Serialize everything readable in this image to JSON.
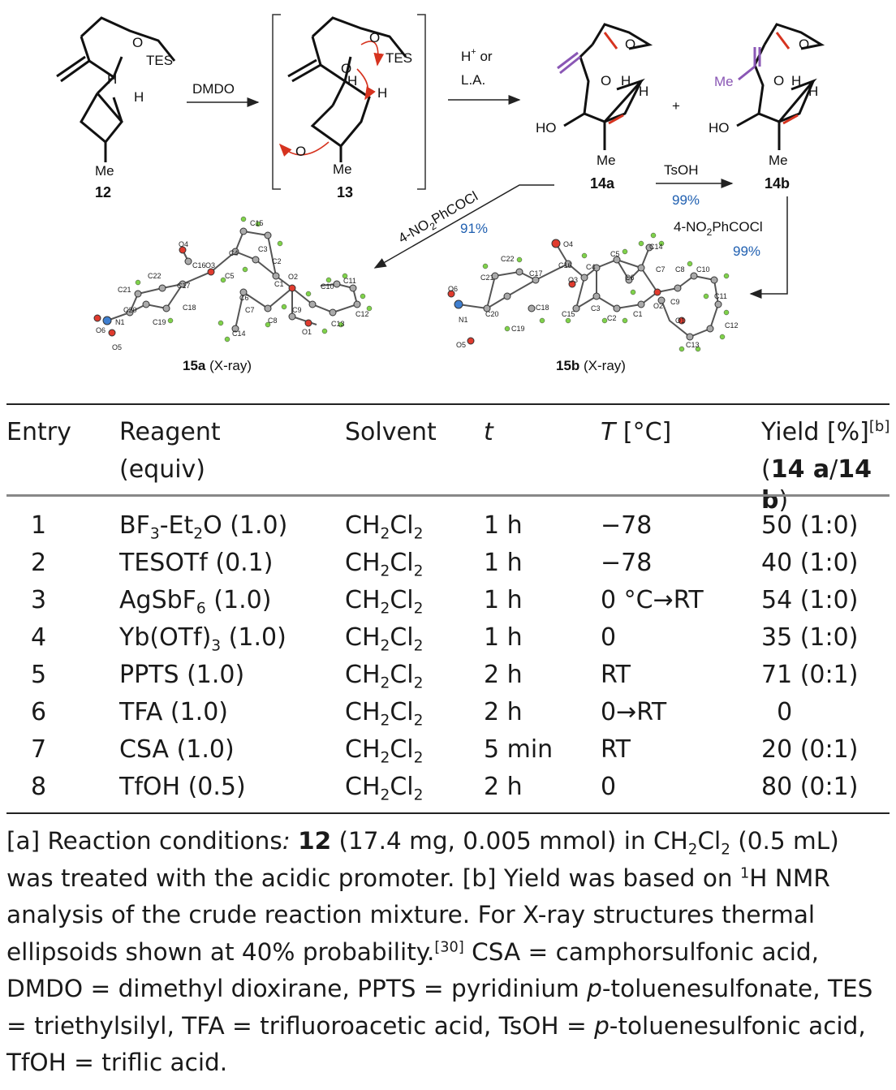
{
  "scheme": {
    "compounds": {
      "c12": "12",
      "c13": "13",
      "c14a": "14a",
      "c14b": "14b",
      "c15a_num": "15a",
      "c15a_suffix": " (X-ray)",
      "c15b_num": "15b",
      "c15b_suffix": " (X-ray)"
    },
    "atoms": {
      "o": "O",
      "h": "H",
      "tes": "TES",
      "me": "Me",
      "ho": "HO"
    },
    "reagents": {
      "dmdo": "DMDO",
      "acid_h": "H",
      "acid_plus": "+",
      "acid_or": " or",
      "acid_la": "L.A.",
      "plus_sign": "+",
      "tsoh": "TsOH",
      "tsoh_yield": "99%",
      "nitro_a_pre": "4-NO",
      "nitro_a_sub": "2",
      "nitro_a_post": "PhCOCl",
      "nitro_a_yield": "91%",
      "nitro_b_pre": "4-NO",
      "nitro_b_sub": "2",
      "nitro_b_post": "PhCOCl",
      "nitro_b_yield": "99%"
    }
  },
  "table": {
    "headers": {
      "entry": "Entry",
      "reagent_1": "Reagent",
      "reagent_2": "(equiv)",
      "solvent": "Solvent",
      "time": "t",
      "temp_T": "T",
      "temp_unit": " [°C]",
      "yield": "Yield [%]",
      "yield_sup": "[b]",
      "ratio_open": "(",
      "ratio_a": "14 a",
      "ratio_slash": "/",
      "ratio_b": "14 b",
      "ratio_close": ")"
    },
    "rows": [
      {
        "entry": "1",
        "reagent": "BF<sub>3</sub>-Et<sub>2</sub>O (1.0)",
        "solvent": "CH<sub>2</sub>Cl<sub>2</sub>",
        "time": "1 h",
        "temp": "−78",
        "yield": "50 (1:0)"
      },
      {
        "entry": "2",
        "reagent": "TESOTf (0.1)",
        "solvent": "CH<sub>2</sub>Cl<sub>2</sub>",
        "time": "1 h",
        "temp": "−78",
        "yield": "40 (1:0)"
      },
      {
        "entry": "3",
        "reagent": "AgSbF<sub>6</sub> (1.0)",
        "solvent": "CH<sub>2</sub>Cl<sub>2</sub>",
        "time": "1 h",
        "temp": "0 °C→RT",
        "yield": "54 (1:0)"
      },
      {
        "entry": "4",
        "reagent": "Yb(OTf)<sub>3</sub> (1.0)",
        "solvent": "CH<sub>2</sub>Cl<sub>2</sub>",
        "time": "1 h",
        "temp": "0",
        "yield": "35 (1:0)"
      },
      {
        "entry": "5",
        "reagent": "PPTS (1.0)",
        "solvent": "CH<sub>2</sub>Cl<sub>2</sub>",
        "time": "2 h",
        "temp": "RT",
        "yield": "71 (0:1)"
      },
      {
        "entry": "6",
        "reagent": "TFA (1.0)",
        "solvent": "CH<sub>2</sub>Cl<sub>2</sub>",
        "time": "2 h",
        "temp": "0→RT",
        "yield": "  0"
      },
      {
        "entry": "7",
        "reagent": "CSA (1.0)",
        "solvent": "CH<sub>2</sub>Cl<sub>2</sub>",
        "time": "5 min",
        "temp": "RT",
        "yield": "20 (0:1)"
      },
      {
        "entry": "8",
        "reagent": "TfOH (0.5)",
        "solvent": "CH<sub>2</sub>Cl<sub>2</sub>",
        "time": "2 h",
        "temp": "0",
        "yield": "80 (0:1)"
      }
    ]
  },
  "footnote": {
    "p1": "[a] Reaction conditions",
    "p1b": ": ",
    "p2": "12",
    "p3": " (17.4 mg, 0.005 mmol) in CH",
    "s1": "2",
    "p4": "Cl",
    "s2": "2",
    "p5": " (0.5 mL) was treated with the acidic promoter. [b] Yield was based on ",
    "sup1": "1",
    "p6": "H NMR analysis of the crude reaction mixture. For X-ray structures thermal ellipsoids shown at 40% probability.",
    "sup2": "[30]",
    "p7": " CSA = camphorsulfonic acid, DMDO = dimethyl dioxirane, PPTS = pyridinium ",
    "i1": "p",
    "p8": "-toluenesulfonate, TES = triethylsilyl, TFA = trifluoroacetic acid, TsOH = ",
    "i2": "p",
    "p9": "-toluenesulfonic acid, TfOH = triflic acid."
  }
}
